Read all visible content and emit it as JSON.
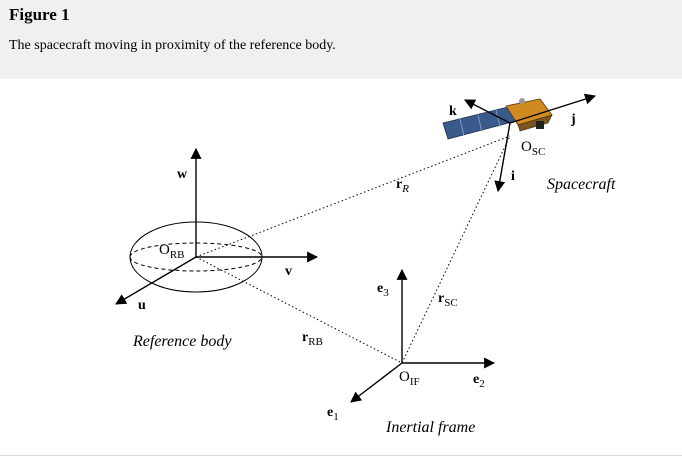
{
  "figure": {
    "title": "Figure 1",
    "caption": "The spacecraft moving in proximity of the reference body."
  },
  "labels": {
    "w": "w",
    "u": "u",
    "v": "v",
    "o_rb_main": "O",
    "o_rb_sub": "RB",
    "reference_body": "Reference body",
    "r_rb_main": "r",
    "r_rb_sub": "RB",
    "r_r_main": "r",
    "r_r_sub": "R",
    "r_sc_main": "r",
    "r_sc_sub": "SC",
    "e1_main": "e",
    "e1_sub": "1",
    "e2_main": "e",
    "e2_sub": "2",
    "e3_main": "e",
    "e3_sub": "3",
    "o_if_main": "O",
    "o_if_sub": "IF",
    "inertial_frame": "Inertial frame",
    "k": "k",
    "j": "j",
    "i": "i",
    "o_sc_main": "O",
    "o_sc_sub": "SC",
    "spacecraft": "Spacecraft"
  },
  "colors": {
    "caption_background": "#f0f0f0",
    "ink": "#000000",
    "solar_panel": "#3a5a8c",
    "spacecraft_body": "#d08a20"
  }
}
